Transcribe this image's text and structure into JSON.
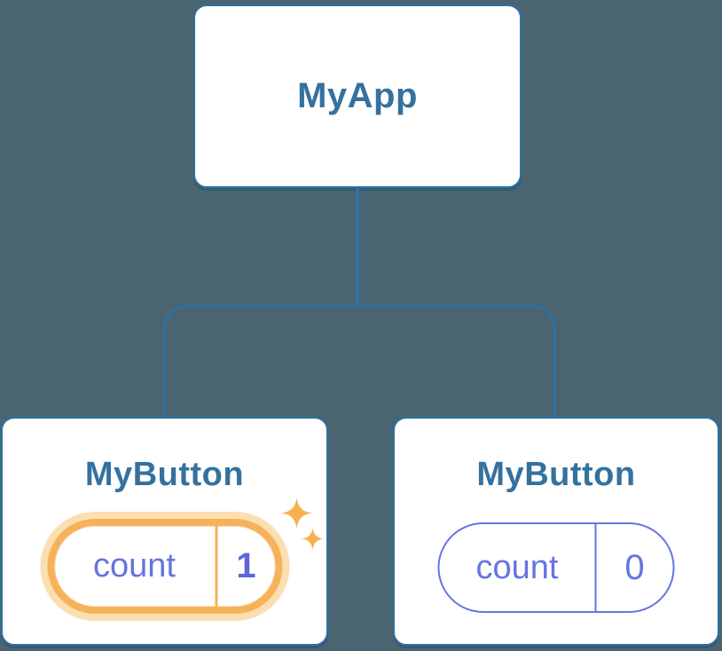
{
  "theme": {
    "bg": "#4A6571",
    "blue": "#2E71A3",
    "blue-text": "#35719F",
    "indigo": "#6674E2",
    "indigo-text": "#6673DE",
    "indigo-bold": "#5B66D9",
    "orange": "#F6B25A",
    "orange-glow": "#FBDFB0",
    "sparkle": "#F6B04E"
  },
  "tree": {
    "root": {
      "label": "MyApp"
    },
    "children": [
      {
        "label": "MyButton",
        "state": {
          "key": "count",
          "value": "1"
        },
        "highlighted": true
      },
      {
        "label": "MyButton",
        "state": {
          "key": "count",
          "value": "0"
        },
        "highlighted": false
      }
    ]
  },
  "icons": {
    "sparkle_big": "sparkle-icon",
    "sparkle_small": "sparkle-icon"
  }
}
